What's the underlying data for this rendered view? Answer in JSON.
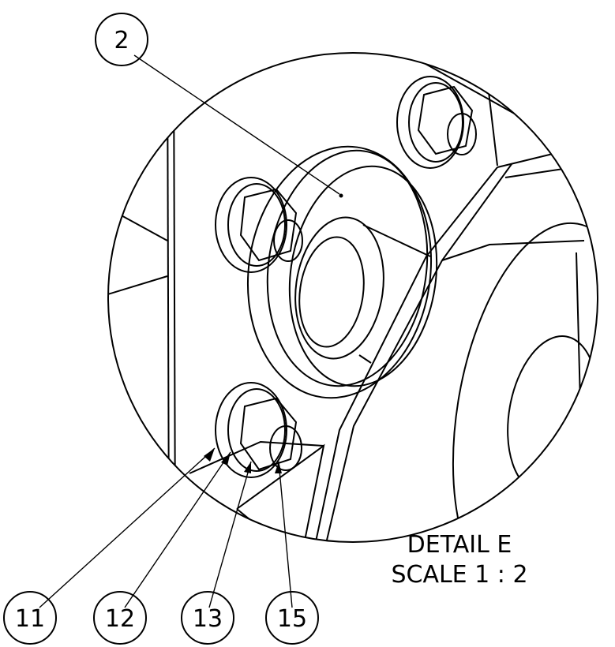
{
  "detail": {
    "title": "DETAIL E",
    "scale": "SCALE 1 : 2"
  },
  "balloons": [
    {
      "id": "balloon-2",
      "label": "2"
    },
    {
      "id": "balloon-11",
      "label": "11"
    },
    {
      "id": "balloon-12",
      "label": "12"
    },
    {
      "id": "balloon-13",
      "label": "13"
    },
    {
      "id": "balloon-15",
      "label": "15"
    }
  ],
  "colors": {
    "line": "#000000",
    "background": "#ffffff"
  }
}
